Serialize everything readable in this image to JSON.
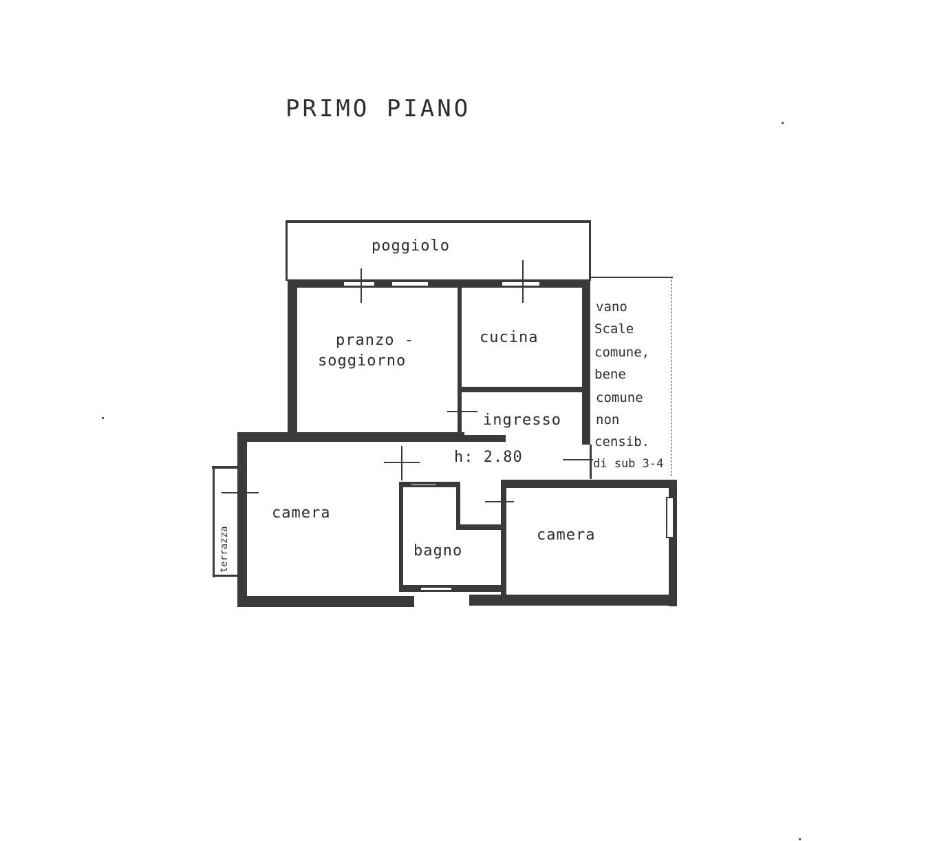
{
  "title": "PRIMO PIANO",
  "rooms": {
    "poggiolo": "poggiolo",
    "pranzo_line1": "pranzo -",
    "pranzo_line2": "soggiorno",
    "cucina": "cucina",
    "ingresso": "ingresso",
    "height": "h: 2.80",
    "camera_left": "camera",
    "bagno": "bagno",
    "camera_right": "camera",
    "terrazza": "terrazza"
  },
  "annotation": {
    "lines": [
      "vano",
      "Scale",
      "comune,",
      "bene",
      "comune",
      "non",
      "censib.",
      "di sub 3-4"
    ]
  },
  "colors": {
    "wall": "#3a3a3a",
    "background": "#ffffff",
    "text": "#2d2d2d"
  }
}
